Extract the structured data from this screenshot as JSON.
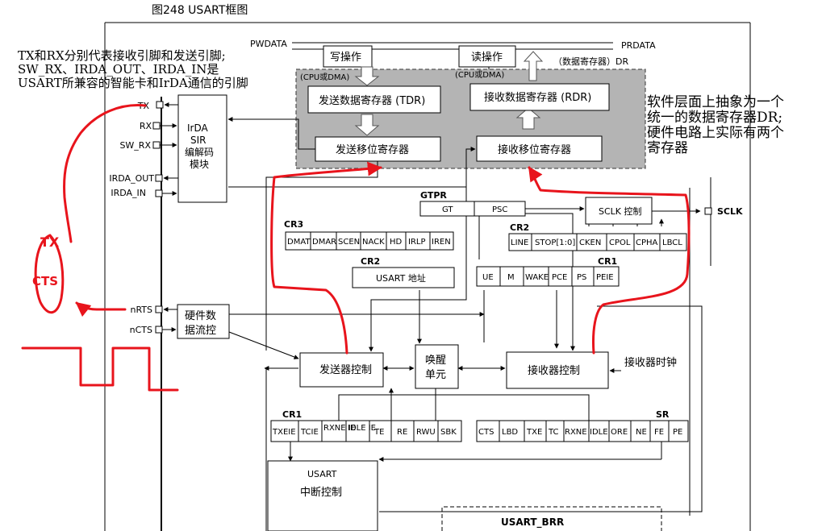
{
  "figure": {
    "caption": "图248    USART框图"
  },
  "bus": {
    "pwdata": "PWDATA",
    "prdata": "PRDATA",
    "write_op": "写操作",
    "read_op": "读操作",
    "dr_label": "（数据寄存器）DR",
    "cpu_dma_left": "(CPU或DMA)",
    "cpu_dma_right": "(CPU或DMA)"
  },
  "registers": {
    "tdr": "发送数据寄存器 (TDR)",
    "rdr": "接收数据寄存器 (RDR)",
    "tx_shift": "发送移位寄存器",
    "rx_shift": "接收移位寄存器"
  },
  "pins": {
    "tx": "TX",
    "rx": "RX",
    "sw_rx": "SW_RX",
    "irda_out": "IRDA_OUT",
    "irda_in": "IRDA_IN",
    "nrts": "nRTS",
    "ncts": "nCTS",
    "sclk": "SCLK"
  },
  "blocks": {
    "irda_l1": "IrDA",
    "irda_l2": "SIR",
    "irda_l3": "编解码",
    "irda_l4": "模块",
    "hw_l1": "硬件数",
    "hw_l2": "据流控",
    "sclk_ctrl": "SCLK 控制",
    "usart_addr": "USART 地址",
    "tx_ctrl": "发送器控制",
    "wake_l1": "唤醒",
    "wake_l2": "单元",
    "rx_ctrl": "接收器控制",
    "rx_clock": "接收器时钟",
    "int_l1": "USART",
    "int_l2": "中断控制",
    "brr": "USART_BRR"
  },
  "gtpr": {
    "title": "GTPR",
    "cells": [
      "GT",
      "PSC"
    ]
  },
  "cr3": {
    "title": "CR3",
    "cells": [
      "DMAT",
      "DMAR",
      "SCEN",
      "NACK",
      "HD",
      "IRLP",
      "IREN"
    ]
  },
  "cr2_top": {
    "title": "CR2",
    "cells": [
      "LINE",
      "STOP[1:0]",
      "CKEN",
      "CPOL",
      "CPHA",
      "LBCL"
    ]
  },
  "cr2_addr": {
    "title": "CR2"
  },
  "cr1_top": {
    "title": "CR1",
    "cells": [
      "UE",
      "M",
      "WAKE",
      "PCE",
      "PS",
      "PEIE"
    ]
  },
  "cr1_bottom": {
    "title": "CR1",
    "cells": [
      "TXEIE",
      "TCIE",
      "RXNE IE",
      "IDLE IE",
      "TE",
      "RE",
      "RWU",
      "SBK"
    ]
  },
  "sr": {
    "title": "SR",
    "cells": [
      "CTS",
      "LBD",
      "TXE",
      "TC",
      "RXNE",
      "IDLE",
      "ORE",
      "NE",
      "FE",
      "PE"
    ]
  },
  "annotations": {
    "left_l1": "TX和RX分别代表接收引脚和发送引脚;",
    "left_l2": "SW_RX、IRDA_OUT、IRDA_IN是",
    "left_l3": "USART所兼容的智能卡和IrDA通信的引脚",
    "right_l1": "软件层面上抽象为一个",
    "right_l2": "统一的数据寄存器DR;",
    "right_l3": "硬件电路上实际有两个",
    "right_l4": "寄存器",
    "hand_tx": "TX",
    "hand_cts": "CTS"
  },
  "colors": {
    "data_register_area": "#b4b4b4",
    "handwriting": "#e8141c",
    "line": "#000000"
  }
}
